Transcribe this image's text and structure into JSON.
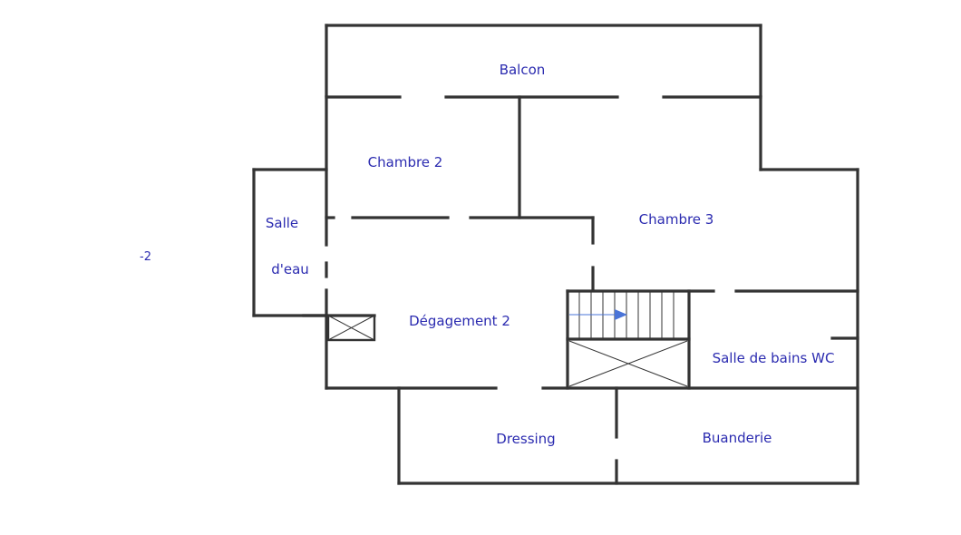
{
  "level": "-2",
  "rooms": {
    "balcon": "Balcon",
    "chambre2": "Chambre 2",
    "chambre3": "Chambre 3",
    "salle_eau_1": "Salle",
    "salle_eau_2": "d'eau",
    "degagement": "Dégagement 2",
    "sdb": "Salle de bains WC",
    "dressing": "Dressing",
    "buanderie": "Buanderie"
  },
  "colors": {
    "label": "#2b2bb0",
    "wall": "#333333",
    "stair_arrow": "#4a74d8"
  },
  "icons": [
    "stair-direction-arrow-icon",
    "duct-cross-icon"
  ]
}
